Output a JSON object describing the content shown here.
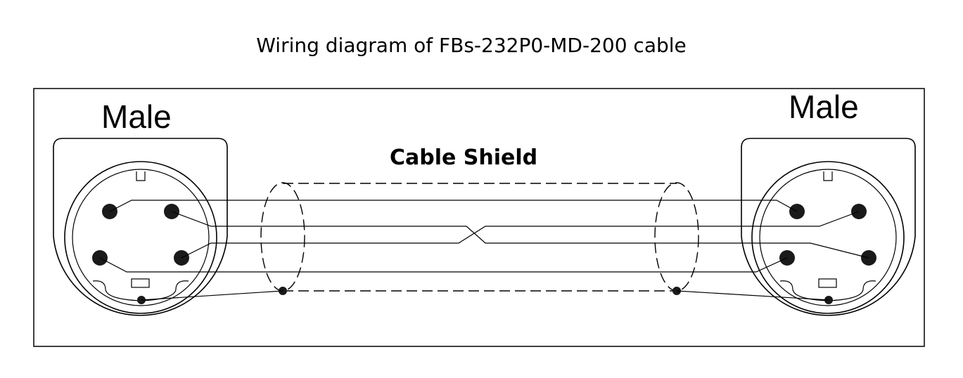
{
  "title": "Wiring diagram of FBs-232P0-MD-200 cable",
  "connectors": {
    "left_label": "Male",
    "right_label": "Male"
  },
  "shield_label": "Cable Shield",
  "colors": {
    "line": "#000000",
    "background": "#ffffff"
  }
}
